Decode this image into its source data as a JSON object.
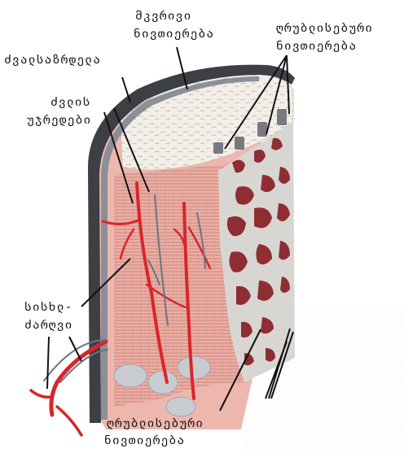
{
  "diagram": {
    "labels": {
      "compact_bone_line1": "მკვრივი",
      "compact_bone_line2": "ნივთიერება",
      "spongy_top_line1": "ღრუბლისებური",
      "spongy_top_line2": "ნივთიერება",
      "periosteum": "ძვალსაზრდელა",
      "bone_cells_line1": "ძვლის",
      "bone_cells_line2": "უჯრედები",
      "vessels_line1": "სისხლ-",
      "vessels_line2": "ძარღვი",
      "spongy_bottom_line1": "ღრუბლისებური",
      "spongy_bottom_line2": "ნივთიერება"
    },
    "colors": {
      "periosteum": "#3c3f44",
      "compact_bone": "#f1ede6",
      "osteon_tissue": "#e9a9a0",
      "vessel": "#d8262a",
      "spongy_cavity": "#8e2e33",
      "leader_line": "#111111"
    }
  }
}
